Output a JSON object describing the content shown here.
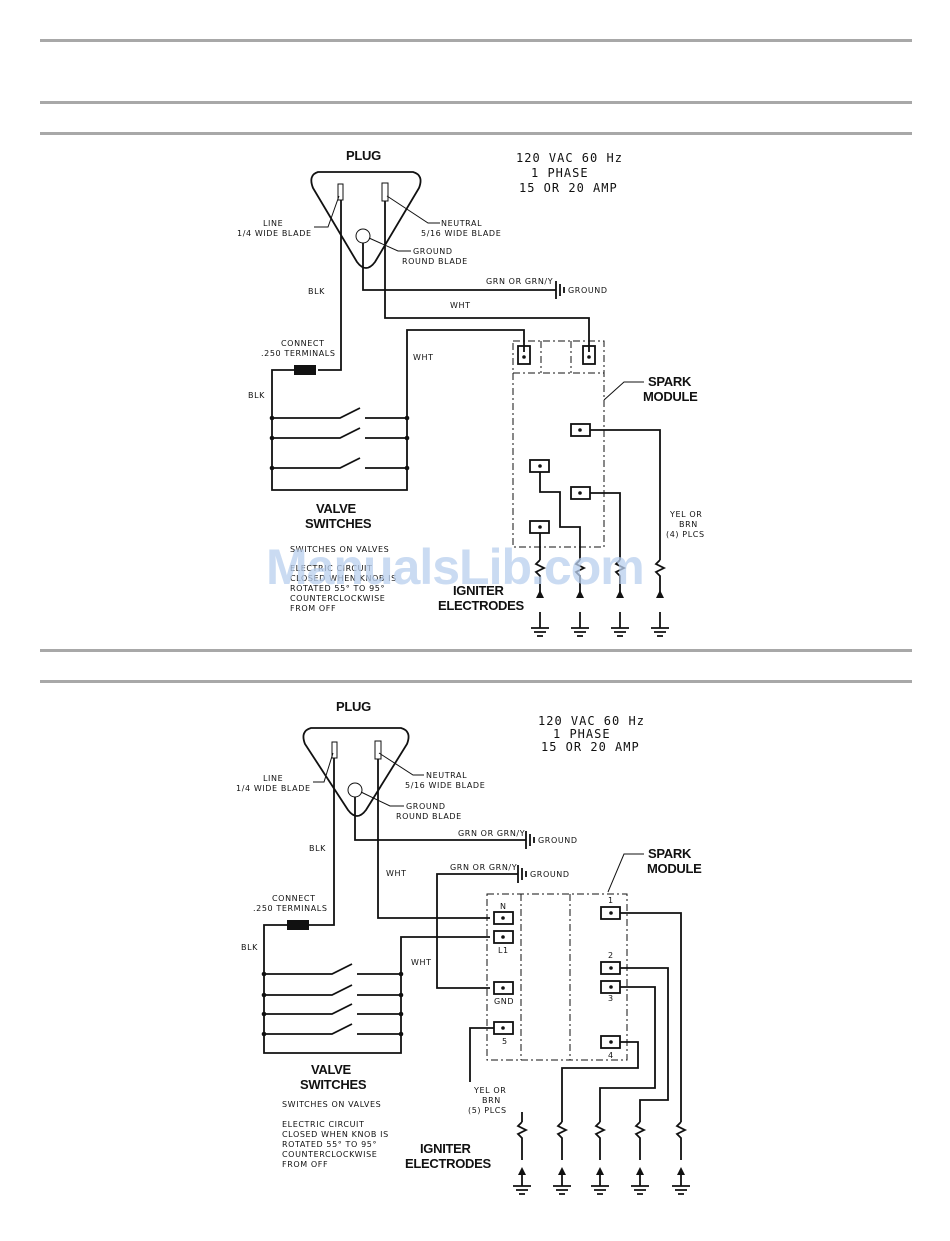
{
  "diagram1": {
    "plug_title": "PLUG",
    "power_lines": [
      "120 VAC 60 Hz",
      "1 PHASE",
      "15 OR 20 AMP"
    ],
    "line_label": [
      "LINE",
      "1/4 WIDE BLADE"
    ],
    "neutral_label": [
      "NEUTRAL",
      "5/16 WIDE BLADE"
    ],
    "ground_label": [
      "GROUND",
      "ROUND BLADE"
    ],
    "blk": "BLK",
    "blk2": "BLK",
    "wht": "WHT",
    "wht2": "WHT",
    "grn": "GRN OR GRN/Y",
    "ground": "GROUND",
    "connect_label": [
      "CONNECT",
      ".250 TERMINALS"
    ],
    "spark_module": [
      "SPARK",
      "MODULE"
    ],
    "valve_switches": [
      "VALVE",
      "SWITCHES"
    ],
    "switches_note": [
      "SWITCHES ON VALVES",
      "",
      "ELECTRIC CIRCUIT",
      "CLOSED WHEN KNOB IS",
      "ROTATED 55° TO 95°",
      "COUNTERCLOCKWISE",
      "FROM OFF"
    ],
    "yel_brn": [
      "YEL OR",
      "BRN",
      "(4) PLCS"
    ],
    "igniter": [
      "IGNITER",
      "ELECTRODES"
    ]
  },
  "diagram2": {
    "plug_title": "PLUG",
    "power_lines": [
      "120 VAC 60 Hz",
      "1 PHASE",
      "15 OR 20 AMP"
    ],
    "line_label": [
      "LINE",
      "1/4 WIDE BLADE"
    ],
    "neutral_label": [
      "NEUTRAL",
      "5/16 WIDE BLADE"
    ],
    "ground_label": [
      "GROUND",
      "ROUND BLADE"
    ],
    "blk": "BLK",
    "blk2": "BLK",
    "wht": "WHT",
    "wht2": "WHT",
    "grn": "GRN OR GRN/Y",
    "grn2": "GRN OR GRN/Y",
    "ground": "GROUND",
    "ground2": "GROUND",
    "connect_label": [
      "CONNECT",
      ".250 TERMINALS"
    ],
    "spark_module": [
      "SPARK",
      "MODULE"
    ],
    "terminals_left": [
      "N",
      "L1",
      "GND",
      "5"
    ],
    "terminals_right": [
      "1",
      "2",
      "3",
      "4"
    ],
    "valve_switches": [
      "VALVE",
      "SWITCHES"
    ],
    "switches_note": [
      "SWITCHES ON VALVES",
      "",
      "ELECTRIC CIRCUIT",
      "CLOSED WHEN KNOB IS",
      "ROTATED 55° TO 95°",
      "COUNTERCLOCKWISE",
      "FROM OFF"
    ],
    "yel_brn": [
      "YEL OR",
      "BRN",
      "(5) PLCS"
    ],
    "igniter": [
      "IGNITER",
      "ELECTRODES"
    ]
  },
  "watermark": "ManualsLib.com"
}
